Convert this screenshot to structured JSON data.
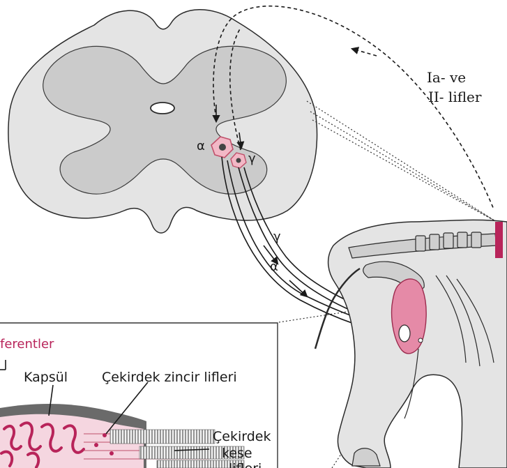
{
  "colors": {
    "background": "#ffffff",
    "cord_outer": "#e4e4e4",
    "cord_gray_matter": "#cbcbcb",
    "outline": "#2a2a2a",
    "neuron_fill": "#f2b8c6",
    "neuron_stroke": "#c0506a",
    "accent_magenta": "#b8245a",
    "muscle_pink": "#e58aa7",
    "spindle_bg": "#f5d6e0",
    "inset_bg": "#efefef"
  },
  "labels": {
    "alpha_cell": "α",
    "gamma_cell": "γ",
    "alpha_axon": "α",
    "gamma_axon": "γ",
    "ia_ii_line1": "Ia- ve",
    "ia_ii_line2": "II- lifler",
    "inset_header": "ferentler",
    "kapsul": "Kapsül",
    "cekirdek_zincir": "Çekirdek zincir lifleri",
    "cekirdek_kese_1": "Çekirdek",
    "cekirdek_kese_2": "kese",
    "cekirdek_kese_3": "lifleri"
  },
  "icons": {
    "cord": "spinal-cord-cross-section",
    "neuron_alpha": "alpha-motor-neuron-icon",
    "neuron_gamma": "gamma-motor-neuron-icon",
    "animal": "animal-hindquarter-illustration",
    "spindle": "muscle-spindle-illustration"
  }
}
